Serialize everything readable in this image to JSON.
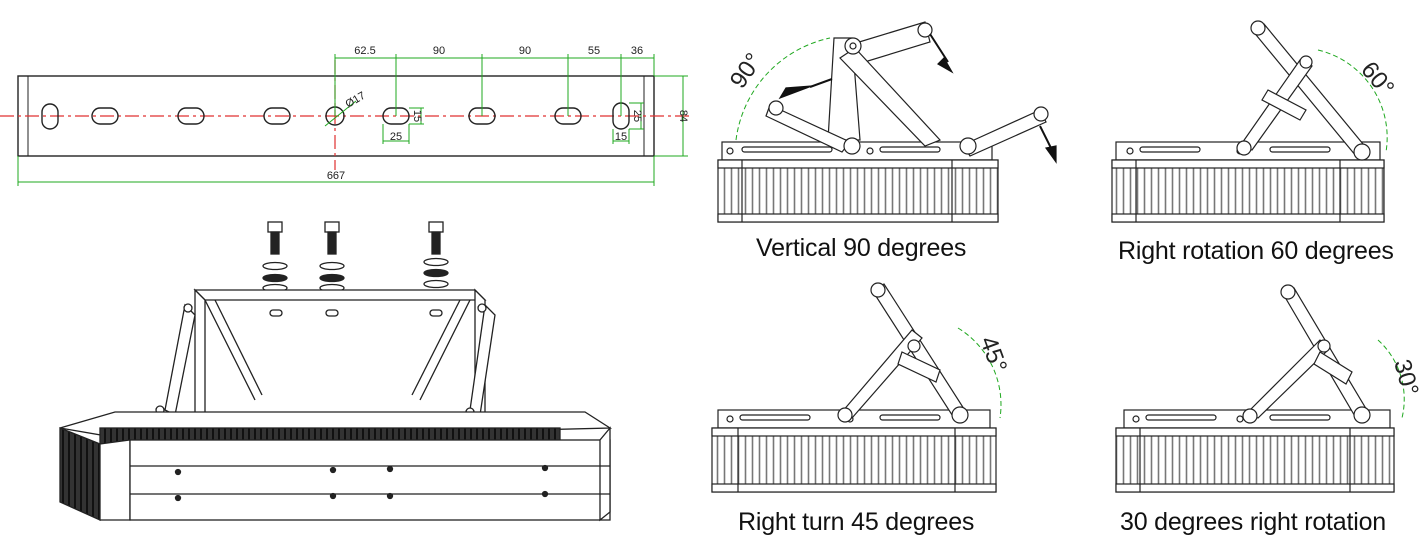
{
  "bracket_drawing": {
    "dimensions_top": [
      "62.5",
      "90",
      "90",
      "55",
      "36"
    ],
    "overall_length": "667",
    "height": "84",
    "hole_diameter": "Ø17",
    "slot_height": "15",
    "slot_width": "25",
    "end_slot_height": "25",
    "end_slot_width": "15"
  },
  "panels": [
    {
      "id": "vertical-90",
      "caption": "Vertical 90 degrees",
      "angle_label": "90°"
    },
    {
      "id": "right-60",
      "caption": "Right rotation 60 degrees",
      "angle_label": "60°"
    },
    {
      "id": "right-45",
      "caption": "Right turn 45 degrees",
      "angle_label": "45°"
    },
    {
      "id": "right-30",
      "caption": "30 degrees right rotation",
      "angle_label": "30°"
    }
  ],
  "colors": {
    "dimension": "#1fa81f",
    "centerline": "#e03030",
    "outline": "#222222",
    "arrow": "#111111"
  }
}
